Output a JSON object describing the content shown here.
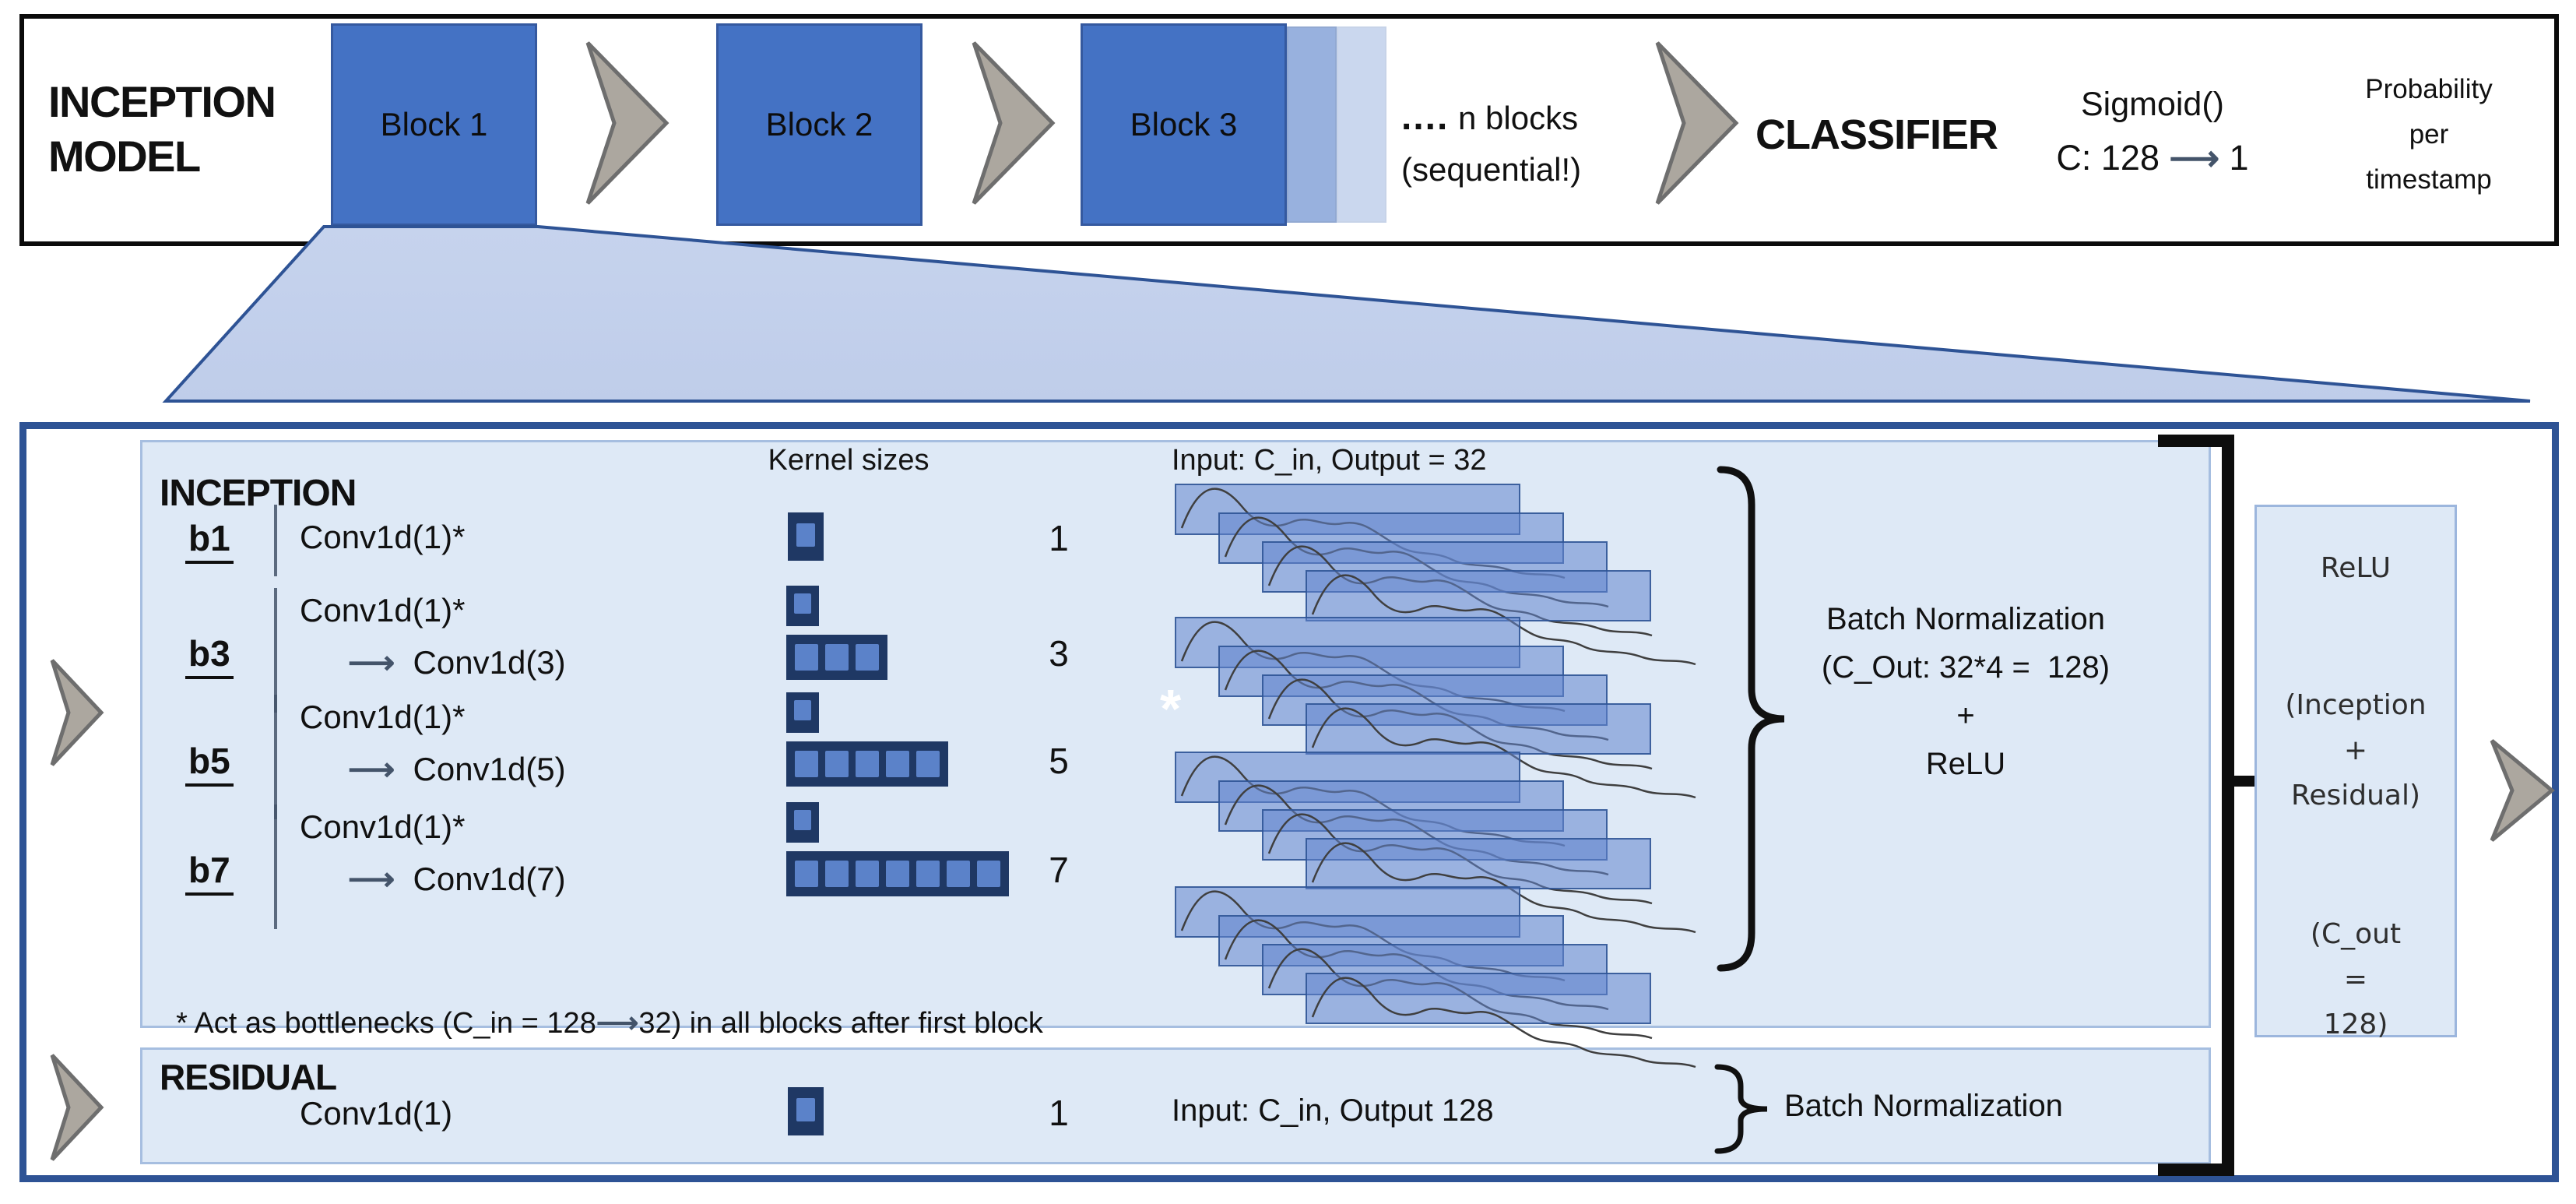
{
  "colors": {
    "block_blue": "#4472C4",
    "border_blue": "#2E5395",
    "panel_bg": "#DEE9F6",
    "kernel_navy": "#1F3864",
    "kernel_inner": "#5B82C9",
    "chevron_gray": "#ACA79F",
    "steel_arrow": "#44546A"
  },
  "top_bar": {
    "title_line1": "INCEPTION",
    "title_line2": "MODEL",
    "blocks": [
      "Block 1",
      "Block 2",
      "Block 3"
    ],
    "n_blocks_dots": "....",
    "n_blocks_label": " n blocks",
    "n_blocks_line2": "(sequential!)",
    "classifier_label": "CLASSIFIER",
    "sigmoid_label": "Sigmoid()",
    "channels_pre": "C: 128",
    "channels_arrow": "⟶",
    "channels_post": "1",
    "output_caption_lines": [
      "Probability",
      "per",
      "timestamp"
    ]
  },
  "inception_panel": {
    "title": "INCEPTION",
    "kernel_header": "Kernel sizes",
    "io_header": "Input: C_in, Output = 32",
    "branches": [
      {
        "id": "b1",
        "layer1": "Conv1d(1)*",
        "layer2": null,
        "kernel_count": 1,
        "kernel_label": "1"
      },
      {
        "id": "b3",
        "layer1": "Conv1d(1)*",
        "layer2": "Conv1d(3)",
        "kernel_count": 3,
        "kernel_label": "3"
      },
      {
        "id": "b5",
        "layer1": "Conv1d(1)*",
        "layer2": "Conv1d(5)",
        "kernel_count": 5,
        "kernel_label": "5"
      },
      {
        "id": "b7",
        "layer1": "Conv1d(1)*",
        "layer2": "Conv1d(7)",
        "kernel_count": 7,
        "kernel_label": "7"
      }
    ],
    "branch_arrow": "⟶",
    "asterisk_marker": "*",
    "batch_norm_lines": [
      "Batch Normalization",
      "(C_Out: 32*4 =  128)",
      "+",
      "ReLU"
    ],
    "footnote_pre": "* Act as bottlenecks (C_in = 128",
    "footnote_arrow": "⟶",
    "footnote_post": "32) in all blocks after first block"
  },
  "residual_panel": {
    "title": "RESIDUAL",
    "layer": "Conv1d(1)",
    "kernel_count": 1,
    "kernel_label": "1",
    "io": "Input: C_in, Output 128",
    "batch_norm": "Batch Normalization"
  },
  "relu_box": {
    "lines": [
      "ReLU",
      "(Inception",
      "+",
      "Residual)",
      "(C_out",
      "=",
      "128)"
    ]
  }
}
